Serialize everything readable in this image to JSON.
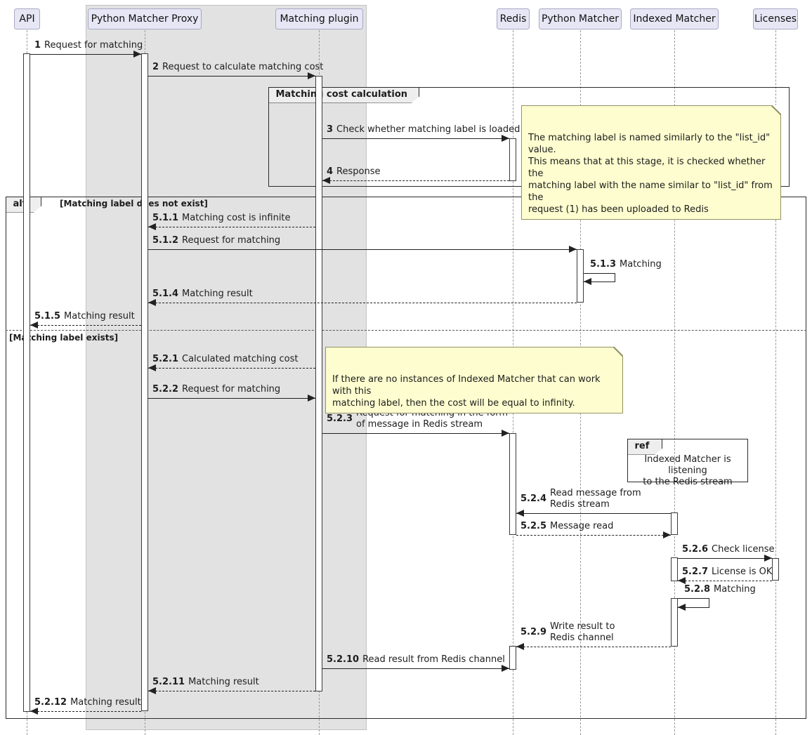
{
  "diagram": {
    "participants": [
      {
        "id": "api",
        "label": "API"
      },
      {
        "id": "proxy",
        "label": "Python Matcher Proxy"
      },
      {
        "id": "plugin",
        "label": "Matching plugin"
      },
      {
        "id": "redis",
        "label": "Redis"
      },
      {
        "id": "pymatcher",
        "label": "Python Matcher"
      },
      {
        "id": "idxmatcher",
        "label": "Indexed Matcher"
      },
      {
        "id": "licenses",
        "label": "Licenses"
      }
    ],
    "frames": {
      "group": {
        "label": "Matching cost calculation"
      },
      "alt": {
        "label": "alt",
        "condition_1": "[Matching label does not exist]",
        "condition_2": "[Matching label exists]"
      },
      "ref": {
        "label": "ref",
        "text": "Indexed Matcher is listening\nto the Redis stream"
      }
    },
    "notes": [
      {
        "text": "The matching label is named similarly to the \"list_id\" value.\nThis means that at this stage, it is checked whether the\nmatching label with the name similar to \"list_id\" from the\nrequest (1) has been uploaded to Redis"
      },
      {
        "text": "If there are no instances of Indexed Matcher that can work with this\nmatching label, then the cost will be equal to infinity."
      }
    ],
    "messages": [
      {
        "num": "1",
        "text": "Request for matching",
        "from": "api",
        "to": "proxy",
        "style": "solid"
      },
      {
        "num": "2",
        "text": "Request to calculate matching cost",
        "from": "proxy",
        "to": "plugin",
        "style": "solid"
      },
      {
        "num": "3",
        "text": "Check whether matching label is loaded",
        "from": "plugin",
        "to": "redis",
        "style": "solid"
      },
      {
        "num": "4",
        "text": "Response",
        "from": "redis",
        "to": "plugin",
        "style": "dashed"
      },
      {
        "num": "5.1.1",
        "text": "Matching cost is infinite",
        "from": "plugin",
        "to": "proxy",
        "style": "dashed"
      },
      {
        "num": "5.1.2",
        "text": "Request for matching",
        "from": "proxy",
        "to": "pymatcher",
        "style": "solid"
      },
      {
        "num": "5.1.3",
        "text": "Matching",
        "from": "pymatcher",
        "to": "pymatcher",
        "style": "self"
      },
      {
        "num": "5.1.4",
        "text": "Matching result",
        "from": "pymatcher",
        "to": "proxy",
        "style": "dashed"
      },
      {
        "num": "5.1.5",
        "text": "Matching result",
        "from": "proxy",
        "to": "api",
        "style": "dashed"
      },
      {
        "num": "5.2.1",
        "text": "Calculated matching cost",
        "from": "plugin",
        "to": "proxy",
        "style": "dashed"
      },
      {
        "num": "5.2.2",
        "text": "Request for matching",
        "from": "proxy",
        "to": "plugin",
        "style": "solid"
      },
      {
        "num": "5.2.3",
        "text": "Request for matching in the form\nof message in Redis stream",
        "from": "plugin",
        "to": "redis",
        "style": "solid"
      },
      {
        "num": "5.2.4",
        "text": "Read message from\nRedis stream",
        "from": "idxmatcher",
        "to": "redis",
        "style": "solid"
      },
      {
        "num": "5.2.5",
        "text": "Message read",
        "from": "redis",
        "to": "idxmatcher",
        "style": "dashed"
      },
      {
        "num": "5.2.6",
        "text": "Check license",
        "from": "idxmatcher",
        "to": "licenses",
        "style": "solid"
      },
      {
        "num": "5.2.7",
        "text": "License is OK",
        "from": "licenses",
        "to": "idxmatcher",
        "style": "dashed"
      },
      {
        "num": "5.2.8",
        "text": "Matching",
        "from": "idxmatcher",
        "to": "idxmatcher",
        "style": "self"
      },
      {
        "num": "5.2.9",
        "text": "Write result to\nRedis channel",
        "from": "idxmatcher",
        "to": "redis",
        "style": "dashed"
      },
      {
        "num": "5.2.10",
        "text": "Read result from Redis channel",
        "from": "plugin",
        "to": "redis",
        "style": "solid"
      },
      {
        "num": "5.2.11",
        "text": "Matching result",
        "from": "plugin",
        "to": "proxy",
        "style": "dashed"
      },
      {
        "num": "5.2.12",
        "text": "Matching result",
        "from": "proxy",
        "to": "api",
        "style": "dashed"
      }
    ],
    "colors": {
      "participant_fill": "#E6E6F5",
      "participant_border": "#A9A9C5",
      "note_fill": "#FDFDCF",
      "note_border": "#929267",
      "box_fill": "#E2E2E2",
      "lifeline": "#9A9A9A",
      "line": "#222222",
      "frame_tab_fill": "#EEEEEE"
    }
  }
}
